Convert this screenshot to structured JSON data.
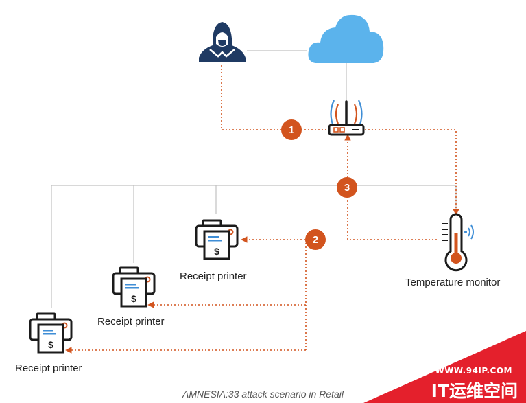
{
  "diagram": {
    "nodes": {
      "printer_1_label": "Receipt printer",
      "printer_2_label": "Receipt printer",
      "printer_3_label": "Receipt printer",
      "temp_monitor_label": "Temperature monitor"
    },
    "steps": [
      "1",
      "2",
      "3"
    ],
    "caption": "AMNESIA:33 attack scenario in Retail"
  },
  "watermark": {
    "url": "WWW.94IP.COM",
    "brand": "IT运维空间"
  },
  "colors": {
    "accent": "#d2541e",
    "line_gray": "#c0c0c0",
    "navy": "#1f3a63",
    "cloud": "#5bb3ec",
    "watermark_red": "#e4202c"
  }
}
